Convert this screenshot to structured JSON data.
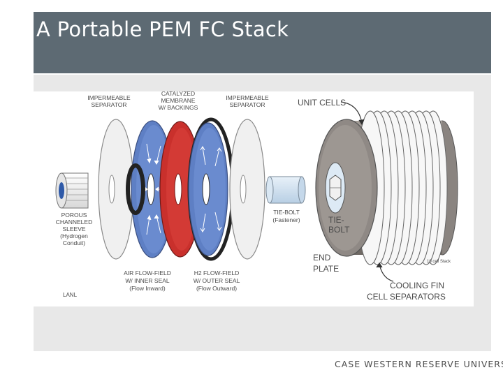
{
  "slide": {
    "title": "A Portable PEM FC Stack",
    "footer": "CASE WESTERN RESERVE UNIVERSITY"
  },
  "figure": {
    "labels": {
      "impermeable_separator_left": [
        "IMPERMEABLE",
        "SEPARATOR"
      ],
      "catalyzed_membrane": [
        "CATALYZED",
        "MEMBRANE",
        "W/ BACKINGS"
      ],
      "impermeable_separator_right": [
        "IMPERMEABLE",
        "SEPARATOR"
      ],
      "unit_cells": "UNIT CELLS",
      "porous_sleeve": [
        "POROUS",
        "CHANNELED",
        "SLEEVE",
        "(Hydrogen",
        "Conduit)"
      ],
      "air_flow_field": [
        "AIR FLOW-FIELD",
        "W/ INNER SEAL",
        "(Flow Inward)"
      ],
      "h2_flow_field": [
        "H2 FLOW-FIELD",
        "W/ OUTER SEAL",
        "(Flow Outward)"
      ],
      "tie_bolt_fastener": [
        "TIE-BOLT",
        "(Fastener)"
      ],
      "tie_bolt": [
        "TIE-",
        "BOLT"
      ],
      "end_plate": [
        "END",
        "PLATE"
      ],
      "cell_stack": "10 cell Stack",
      "cooling_fin": [
        "COOLING FIN",
        "CELL SEPARATORS"
      ],
      "lanl": "LANL"
    },
    "colors": {
      "air_flow_field": "#5e7fc4",
      "membrane": "#c9302c",
      "h2_flow_field": "#5e7fc4",
      "separator": "#eaeaea",
      "seal": "#222222",
      "end_plate": "#8a8480",
      "tie_bolt": "#cfe0f0",
      "sleeve_core": "#2f5aa8"
    }
  }
}
